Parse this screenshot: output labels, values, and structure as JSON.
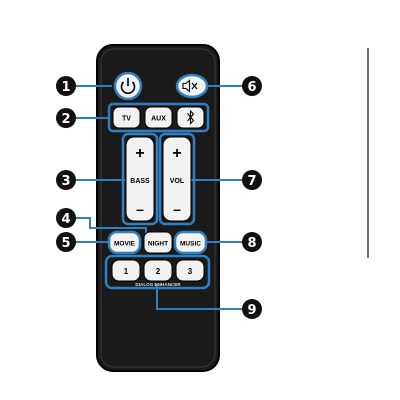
{
  "remote": {
    "buttons": {
      "power_icon": "power-icon",
      "mute_icon": "mute-icon",
      "tv": "TV",
      "aux": "AUX",
      "bluetooth_icon": "bluetooth-icon",
      "bass": "BASS",
      "vol": "VOL",
      "plus": "+",
      "minus": "–",
      "night": "NIGHT",
      "movie": "MOVIE",
      "music": "MUSIC",
      "dialog_1": "1",
      "dialog_2": "2",
      "dialog_3": "3"
    },
    "dialog_enhancer_label": "DIALOG ENHANCER"
  },
  "callouts": [
    "1",
    "2",
    "3",
    "4",
    "5",
    "6",
    "7",
    "8",
    "9"
  ],
  "colors": {
    "remote_body": "#1a1a1a",
    "button_face": "#f2f2f2",
    "highlight": "#2f7fc1",
    "callout": "#111111"
  }
}
